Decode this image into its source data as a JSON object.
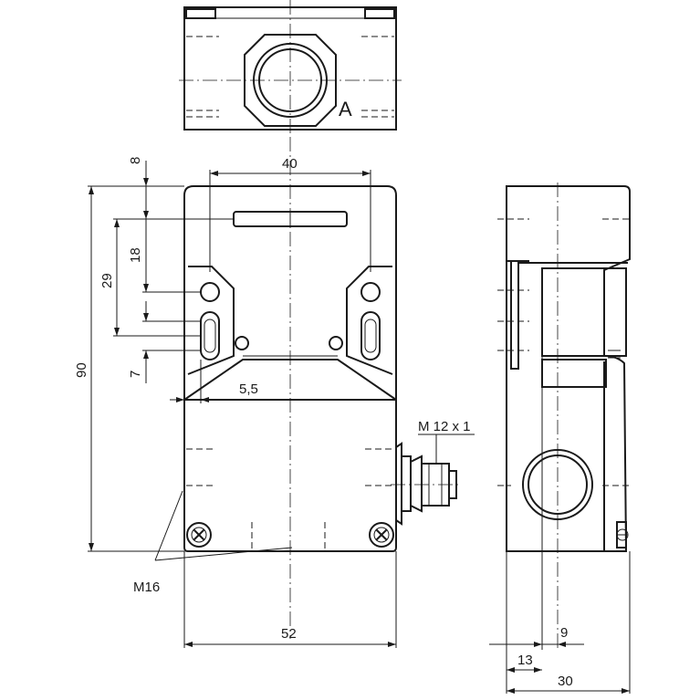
{
  "views": {
    "top_view": {
      "marker": "A"
    },
    "front_view": {
      "dim_width_top": "40",
      "dim_top_offset": "8",
      "dim_slot_height": "18",
      "dim_hole_spacing": "29",
      "dim_small": "7",
      "dim_edge_offset": "5,5",
      "dim_total_height": "90",
      "dim_total_width": "52",
      "label_connector": "M 12 x 1",
      "label_thread": "M16"
    },
    "side_view": {
      "dim_9": "9",
      "dim_13": "13",
      "dim_30": "30"
    }
  },
  "colors": {
    "line": "#1a1a1a",
    "background": "#ffffff"
  }
}
